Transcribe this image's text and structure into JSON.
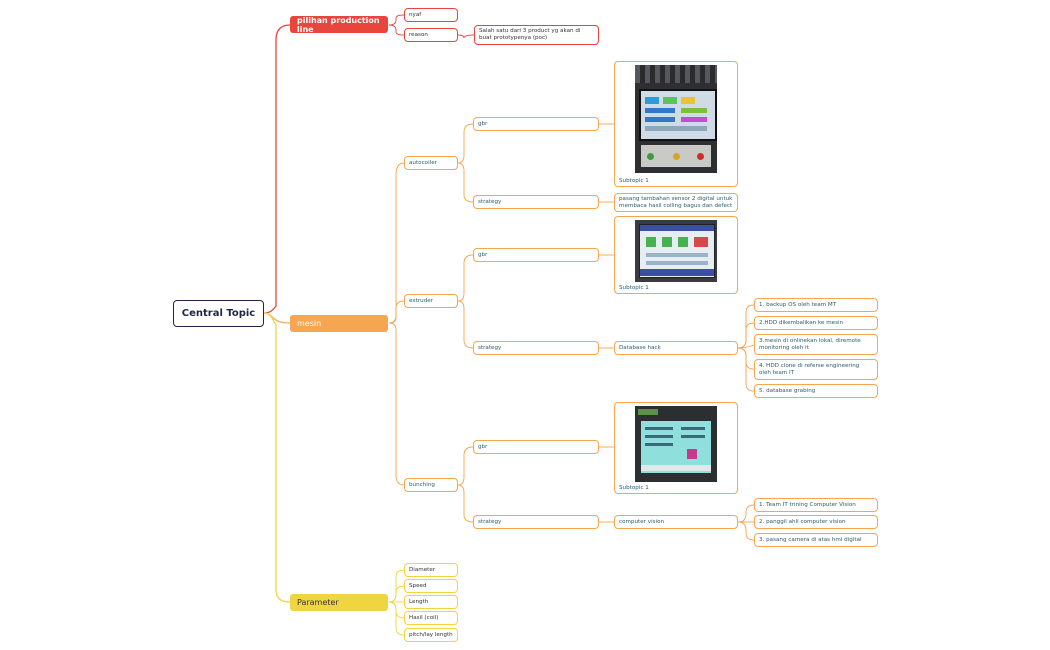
{
  "central": "Central Topic",
  "branches": {
    "pilihan": {
      "label": "pilihan production line",
      "color": "#e8453c",
      "children": {
        "nyaf": "nyaf",
        "reason": "reason",
        "reason_detail": "Salah satu dari 3 product yg akan di buat prototypenya (poc)"
      }
    },
    "mesin": {
      "label": "mesin",
      "color": "#f6a550",
      "autocoiler": {
        "label": "autocoiler",
        "gbr": "gbr",
        "image_caption": "Subtopic 1",
        "strategy": "strategy",
        "strategy_detail": "pasang tambahan sensor 2 digital untuk membaca hasil coiling bagus dan defect"
      },
      "extruder": {
        "label": "extruder",
        "gbr": "gbr",
        "image_caption": "Subtopic 1",
        "strategy": "strategy",
        "strategy_detail": "Database hack",
        "steps": [
          "1. backup OS oleh team MT",
          "2.HDD dikembalikan ke mesin",
          "3.mesin di onlinekan lokal, diremote monitoring oleh it",
          "4. HDD clone di referse engineering oleh team IT",
          "5. database grabing"
        ]
      },
      "bunching": {
        "label": "bunching",
        "gbr": "gbr",
        "image_caption": "Subtopic 1",
        "strategy": "strategy",
        "strategy_detail": "computer vision",
        "steps": [
          "1. Team IT trining Computer Vision",
          "2. panggil ahli computer vision",
          "3. pasang camera di atas hmi digital"
        ]
      }
    },
    "parameter": {
      "label": "Parameter",
      "color": "#f0d540",
      "items": [
        "Diameter",
        "Speed",
        "Length",
        "Hasil (coil)",
        "pitch/lay length"
      ]
    }
  }
}
